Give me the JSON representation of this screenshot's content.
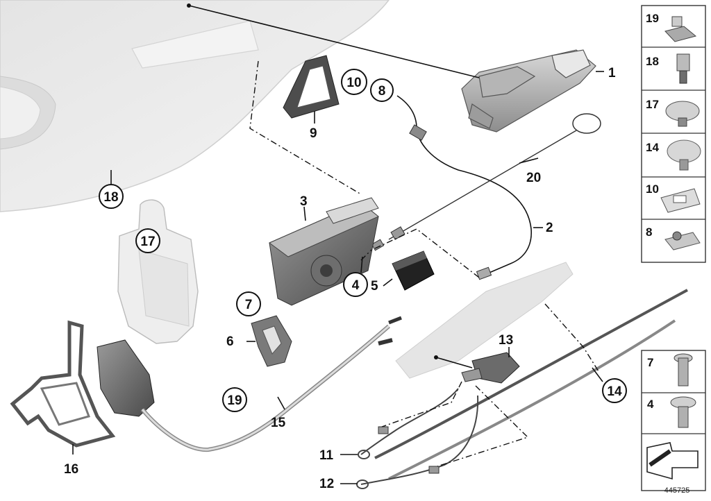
{
  "callouts": {
    "c1": "1",
    "c2": "2",
    "c3": "3",
    "c4": "4",
    "c5": "5",
    "c6": "6",
    "c7": "7",
    "c8": "8",
    "c9": "9",
    "c10": "10",
    "c11": "11",
    "c12": "12",
    "c13": "13",
    "c14": "14",
    "c15": "15",
    "c16": "16",
    "c17": "17",
    "c18": "18",
    "c19": "19",
    "c20": "20"
  },
  "side_panel": {
    "items": [
      "19",
      "18",
      "17",
      "14",
      "10",
      "8"
    ]
  },
  "bottom_panel": {
    "items": [
      "7",
      "4"
    ]
  },
  "reference": "445725",
  "colors": {
    "line": "#111111",
    "part_fill": "#c9c9c9",
    "body_fill": "#ececec",
    "cable": "#3a3a3a"
  }
}
